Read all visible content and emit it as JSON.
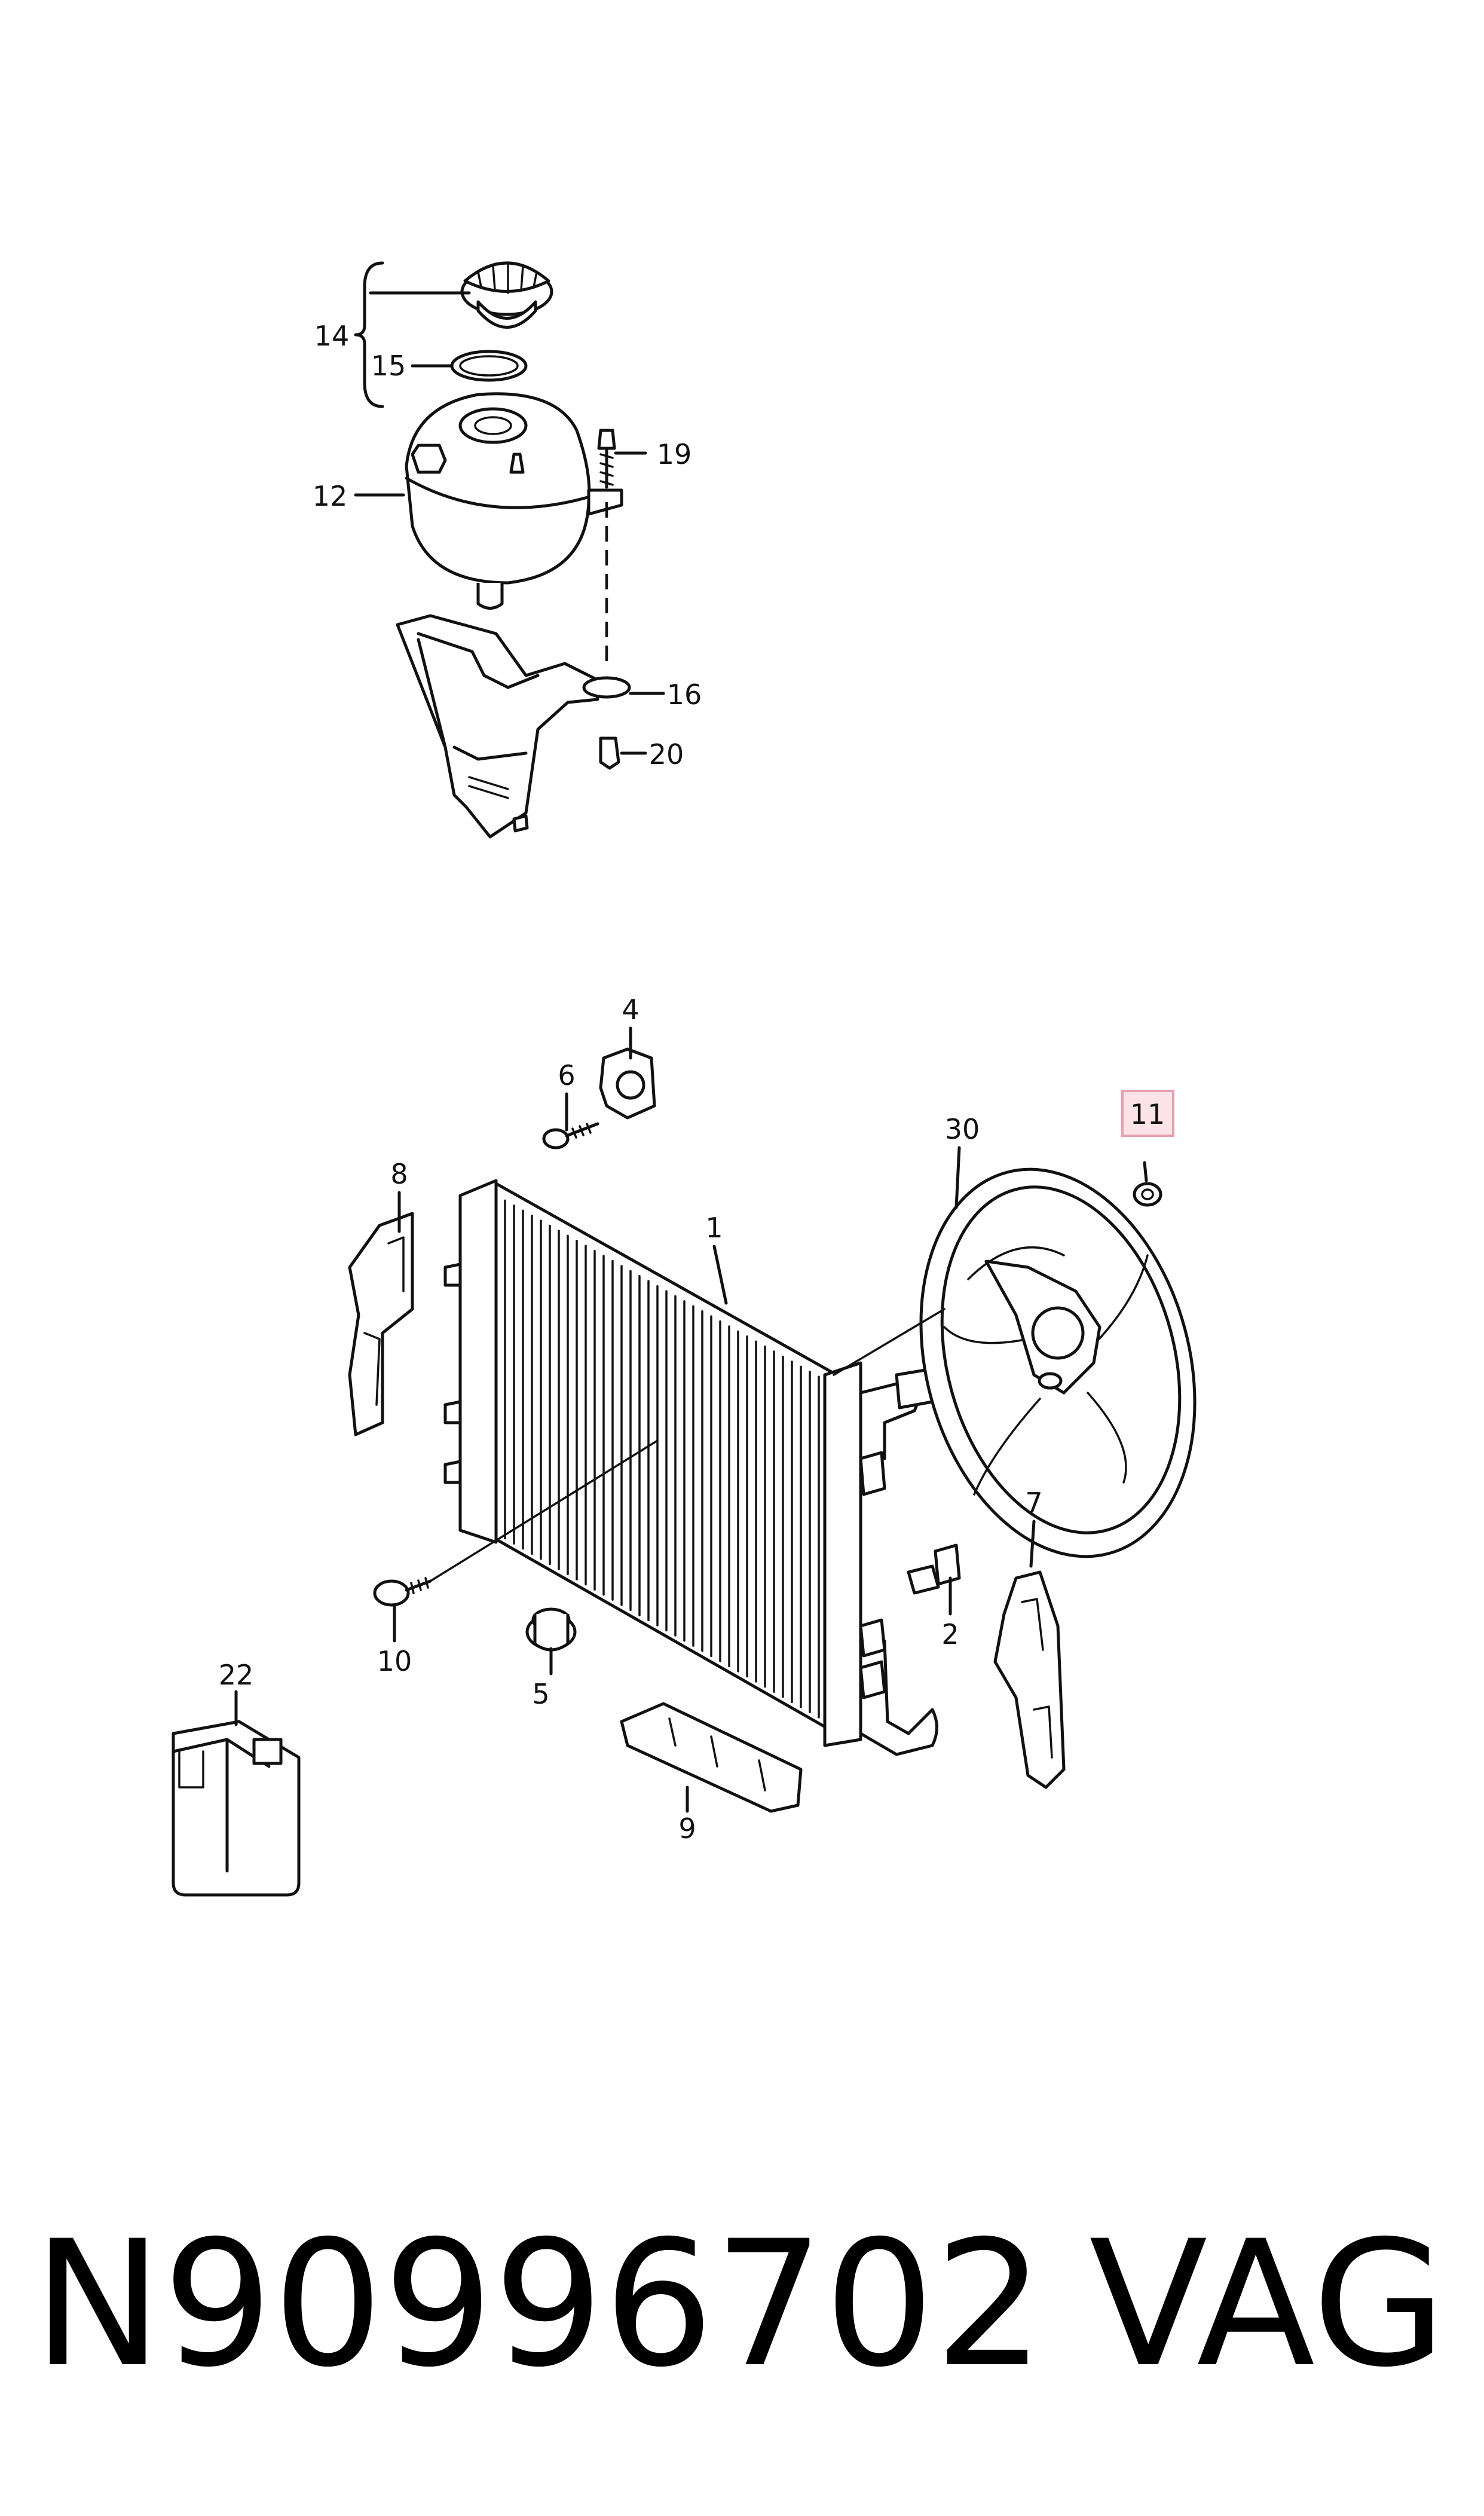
{
  "callouts": {
    "c1": "1",
    "c2": "2",
    "c4": "4",
    "c5": "5",
    "c6": "6",
    "c7": "7",
    "c8": "8",
    "c9": "9",
    "c10": "10",
    "c11": "11",
    "c12": "12",
    "c14": "14",
    "c15": "15",
    "c16": "16",
    "c19": "19",
    "c20": "20",
    "c22": "22",
    "c30": "30"
  },
  "highlighted_callout": "11",
  "highlight_color": "#e8a0b0",
  "footer": {
    "part_number": "N90996702",
    "brand": "VAG"
  }
}
